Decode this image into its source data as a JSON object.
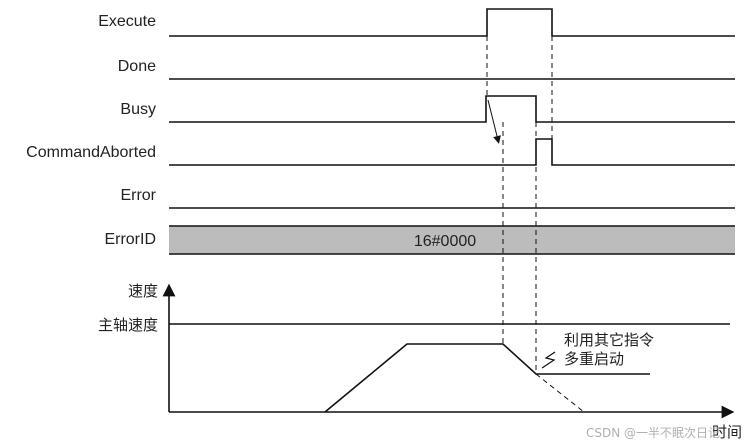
{
  "signals": {
    "execute": "Execute",
    "done": "Done",
    "busy": "Busy",
    "command_aborted": "CommandAborted",
    "error": "Error",
    "error_id": "ErrorID"
  },
  "error_id_value": "16#0000",
  "velocity_chart": {
    "y_axis_label": "速度",
    "x_axis_label": "时间",
    "spindle_speed_label": "主轴速度",
    "annotation_line1": "利用其它指令",
    "annotation_line2": "多重启动"
  },
  "watermark": "CSDN @一半不眠次日记",
  "colors": {
    "line": "#111111",
    "error_id_band": "#bcbcbc"
  }
}
